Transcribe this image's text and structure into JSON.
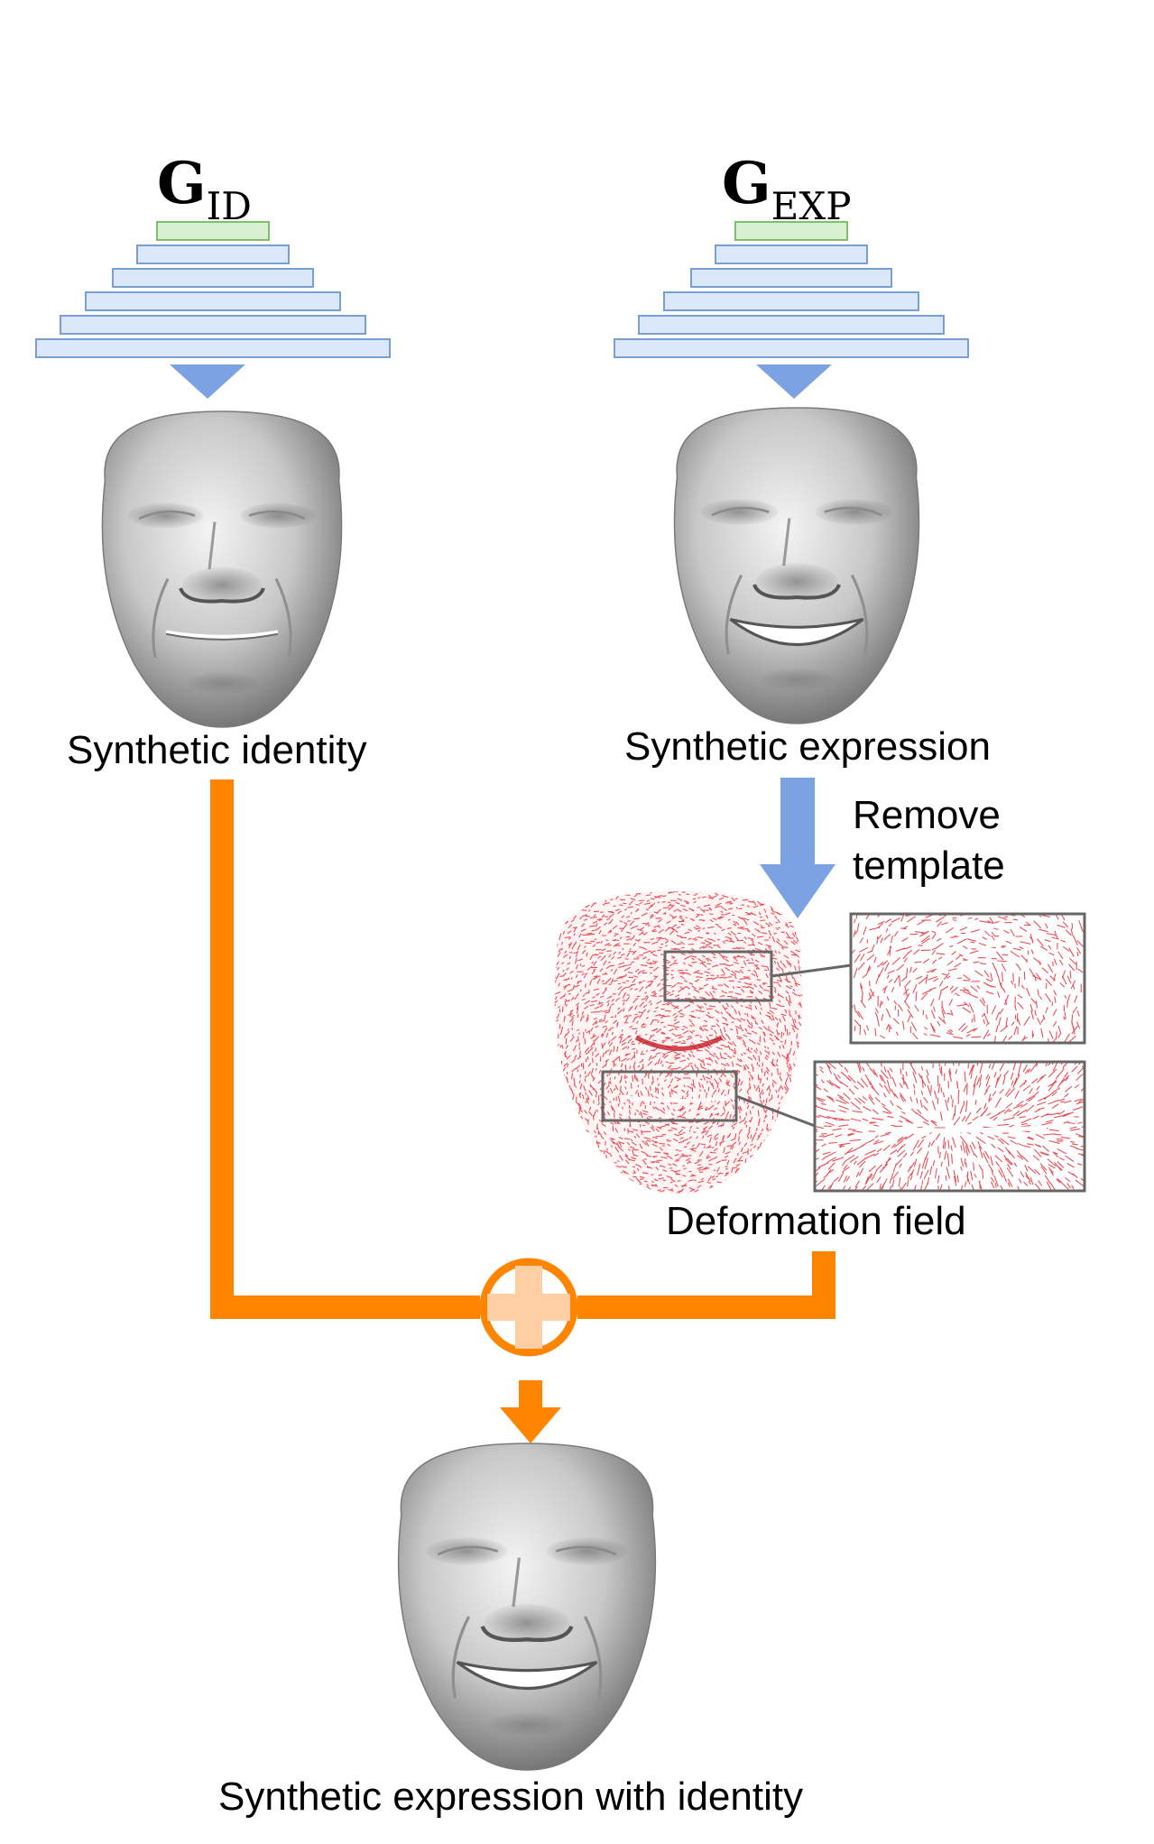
{
  "generators": {
    "id": {
      "main": "G",
      "sub": "ID"
    },
    "exp": {
      "main": "G",
      "sub": "EXP"
    }
  },
  "labels": {
    "identity": "Synthetic identity",
    "expression": "Synthetic expression",
    "remove_template": [
      "Remove",
      "template"
    ],
    "deformation": "Deformation field",
    "result": "Synthetic expression with identity"
  },
  "colors": {
    "layer_fill": "#dbe8fb",
    "layer_stroke": "#7a9fd6",
    "latent_fill": "#d9efd2",
    "latent_stroke": "#7fbf6a",
    "blue_arrow": "#7ba3e3",
    "orange": "#ff8500",
    "orange_light": "#ffcfa3",
    "deformation_red": "#e8303a",
    "inset_border": "#666666"
  }
}
